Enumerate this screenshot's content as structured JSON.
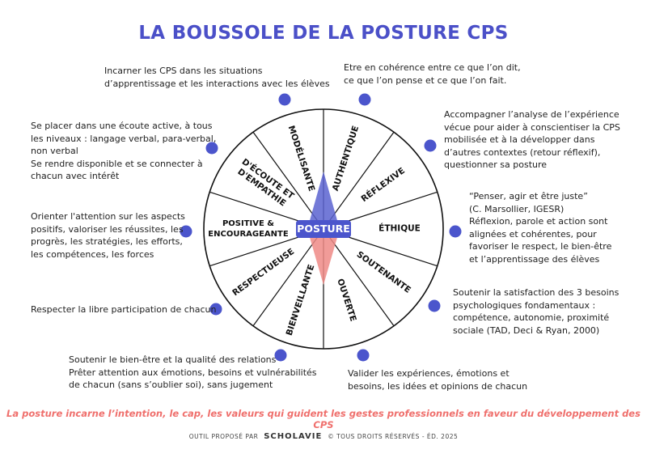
{
  "title": "LA BOUSSOLE DE LA POSTURE CPS",
  "center_label": "POSTURE",
  "colors": {
    "accent": "#4b55cc",
    "compass_blue": "#5b63d0",
    "compass_red": "#ef8a86",
    "tagline": "#ef6f6c"
  },
  "segments": [
    {
      "label": "MODÉLISANTE"
    },
    {
      "label": "AUTHENTIQUE"
    },
    {
      "label": "RÉFLEXIVE"
    },
    {
      "label": "ÉTHIQUE"
    },
    {
      "label": "SOUTENANTE"
    },
    {
      "label": "OUVERTE"
    },
    {
      "label": "BIENVEILLANTE"
    },
    {
      "label": "RESPECTUEUSE"
    },
    {
      "label": "POSITIVE &\nENCOURAGEANTE"
    },
    {
      "label": "D'ÉCOUTE ET\nD'EMPATHIE"
    }
  ],
  "descriptions": {
    "modelisante": "Incarner les CPS dans les situations\nd’apprentissage et les interactions avec les élèves",
    "authentique": "Etre en cohérence entre ce que l’on dit,\nce que l’on pense et ce que l’on fait.",
    "reflexive": "Accompagner l’analyse de l’expérience\nvécue pour aider à conscientiser la CPS\nmobilisée et à la développer dans\nd’autres contextes (retour réflexif),\nquestionner sa posture",
    "ethique": "“Penser, agir et être juste”\n(C. Marsollier, IGESR)\nRéflexion, parole et action sont\nalignées et cohérentes, pour\nfavoriser le respect, le bien-être\net l’apprentissage des élèves",
    "soutenante": "Soutenir la satisfaction des 3 besoins\npsychologiques fondamentaux :\ncompétence, autonomie, proximité\nsociale (TAD, Deci & Ryan, 2000)",
    "ouverte": "Valider les expériences, émotions et\nbesoins, les idées et opinions de chacun",
    "bienveillante": "Soutenir le bien-être et la qualité des relations\nPrêter attention aux émotions, besoins et vulnérabilités\nde chacun (sans s’oublier soi), sans jugement",
    "respectueuse": "Respecter la libre participation de chacun",
    "positive": "Orienter l'attention sur les  aspects\npositifs, valoriser les réussites, les\nprogrès, les stratégies, les efforts,\nles compétences, les forces",
    "ecoute": "Se placer dans une écoute active, à tous\nles niveaux : langage verbal, para-verbal,\nnon verbal\nSe rendre disponible et se connecter à\nchacun avec intérêt"
  },
  "tagline": "La posture incarne l’intention, le cap, les valeurs qui guident les gestes professionnels en faveur du développement des CPS",
  "footer": {
    "prefix": "OUTIL PROPOSÉ PAR",
    "brand": "SCHOLAVIE",
    "suffix": "©  TOUS DROITS RÉSERVÉS - ÉD. 2025"
  }
}
